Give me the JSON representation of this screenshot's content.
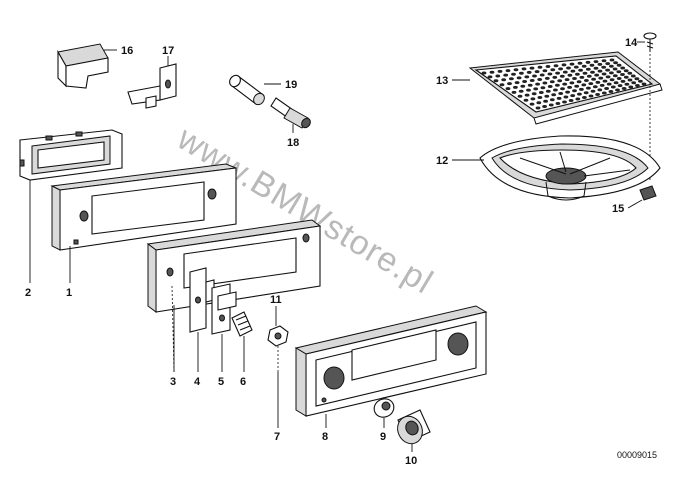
{
  "diagram": {
    "watermark": "www.BMWstore.pl",
    "doc_number": "00009015",
    "parts": {
      "p1": "1",
      "p2": "2",
      "p3": "3",
      "p4": "4",
      "p5": "5",
      "p6": "6",
      "p7": "7",
      "p8": "8",
      "p9": "9",
      "p10": "10",
      "p11": "11",
      "p12": "12",
      "p13": "13",
      "p14": "14",
      "p15": "15",
      "p16": "16",
      "p17": "17",
      "p18": "18",
      "p19": "19"
    }
  }
}
